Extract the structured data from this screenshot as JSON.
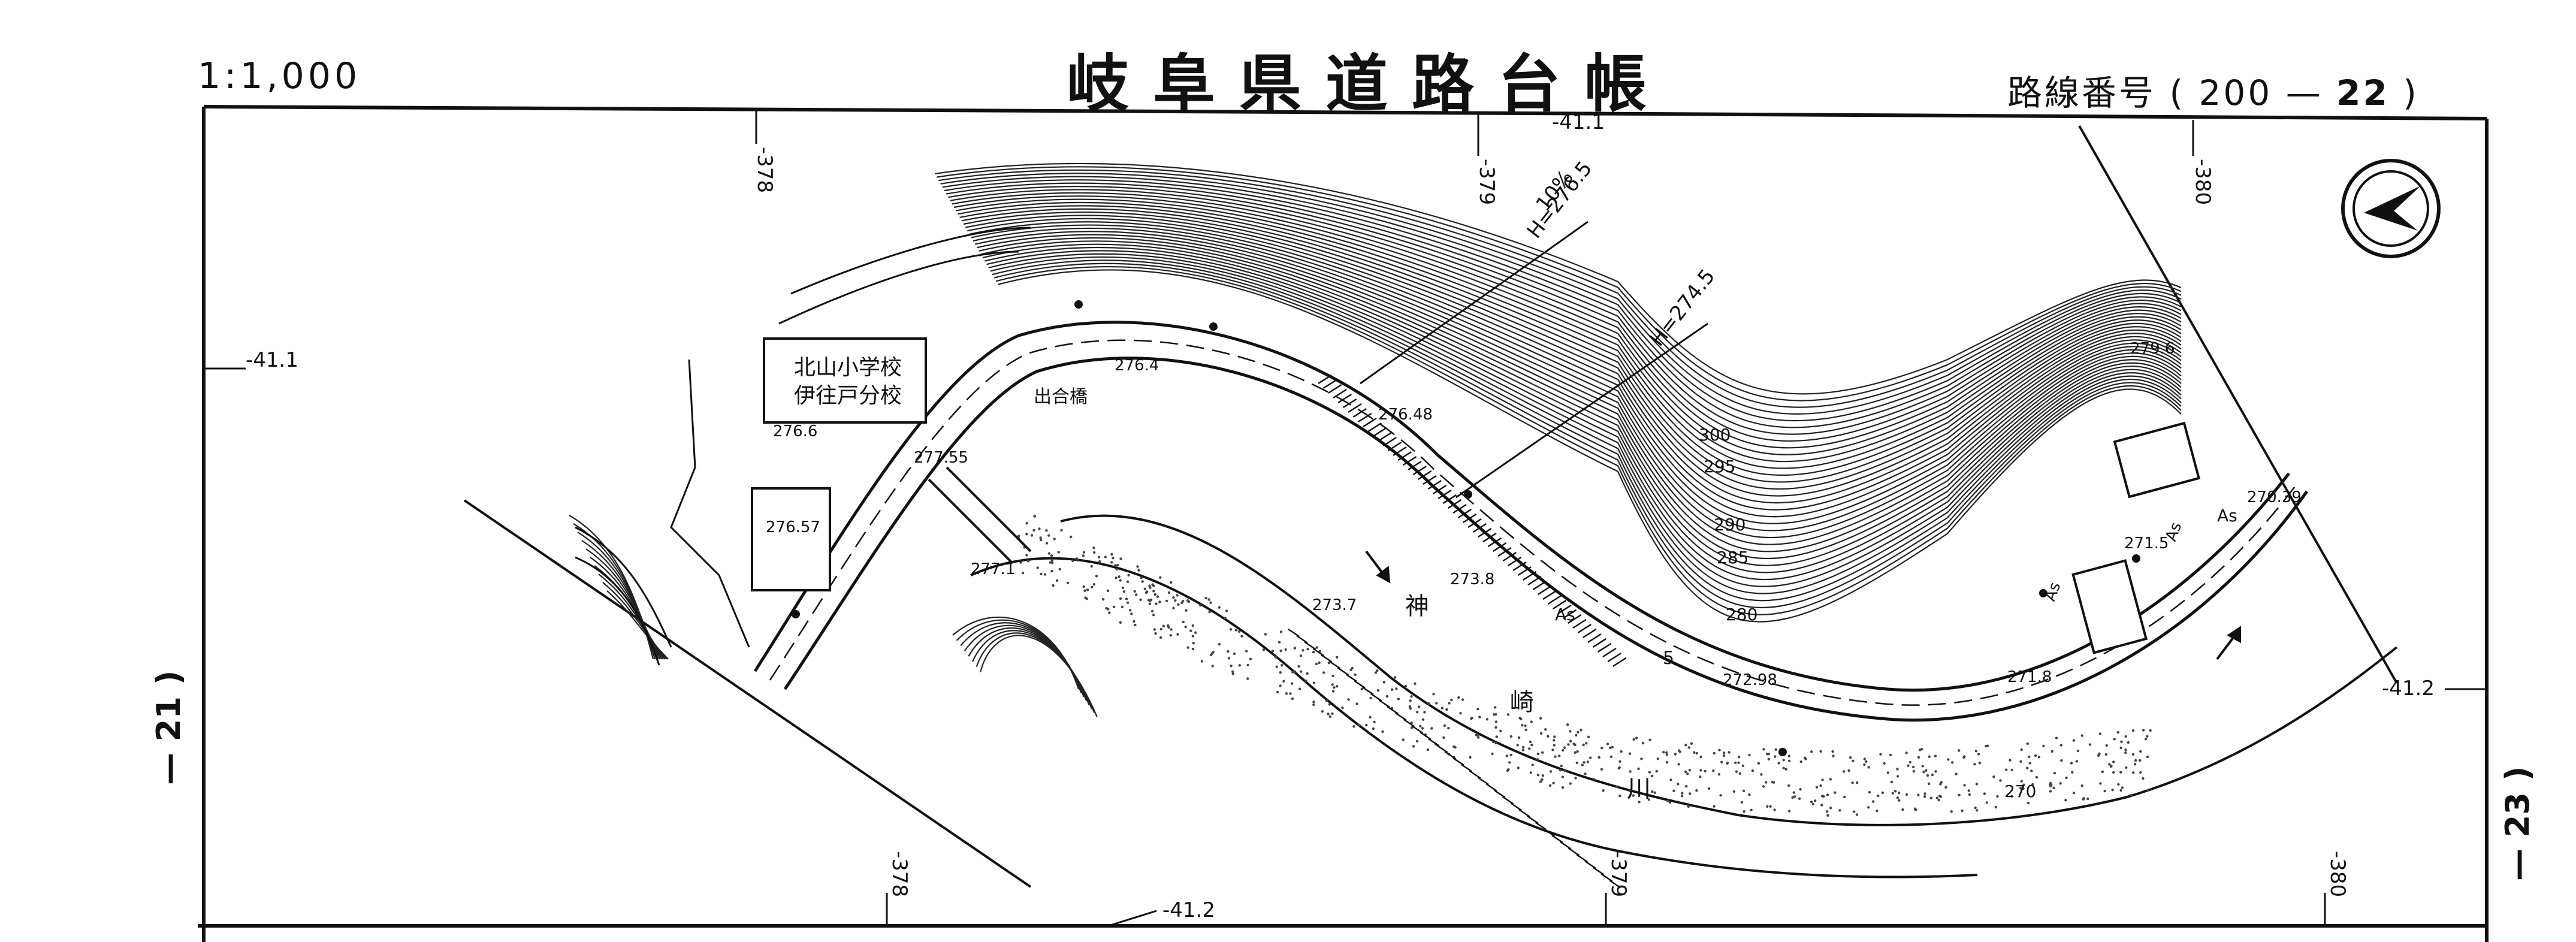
{
  "header": {
    "scale": "1:1,000",
    "title": "岐阜県道路台帳",
    "route_label": "路線番号",
    "route_number_a": "200",
    "route_dash": "—",
    "route_number_b": "22"
  },
  "edges": {
    "left_sheet": "— 21 )",
    "right_sheet": "— 23 )"
  },
  "grid_labels": {
    "x_378_top": "-378",
    "x_379_top": "-379",
    "x_380_top": "-380",
    "x_378_bottom": "-378",
    "x_379_bottom": "-379",
    "x_380_bottom": "-380",
    "y_411_top": "-41.1",
    "y_411_left": "-41.1",
    "y_412_right": "-41.2",
    "y_412_bottom": "-41.2"
  },
  "map_labels": {
    "school_line1": "北山小学校",
    "school_line2": "伊往戸分校",
    "bridge": "出合橋",
    "river_char1": "神",
    "river_char2": "崎",
    "river_char3": "川",
    "grade": "10%",
    "h_2765": "H=276.5",
    "h_2745": "H=274.5",
    "pave_as_1": "As",
    "pave_as_2": "As",
    "pave_as_3": "As",
    "pave_as_4": "As",
    "width_5": "5",
    "contour_300": "300",
    "contour_295": "295",
    "contour_290": "290",
    "contour_285": "285",
    "contour_280": "280",
    "contour_270": "270"
  },
  "elevations": [
    "276.6",
    "276.4",
    "276.48",
    "277.55",
    "276.57",
    "277.1",
    "273.7",
    "273.8",
    "272.98",
    "271.8",
    "271.5",
    "270.39",
    "279.6"
  ],
  "north_symbol": "north-arrow",
  "accent_color": "#111111"
}
